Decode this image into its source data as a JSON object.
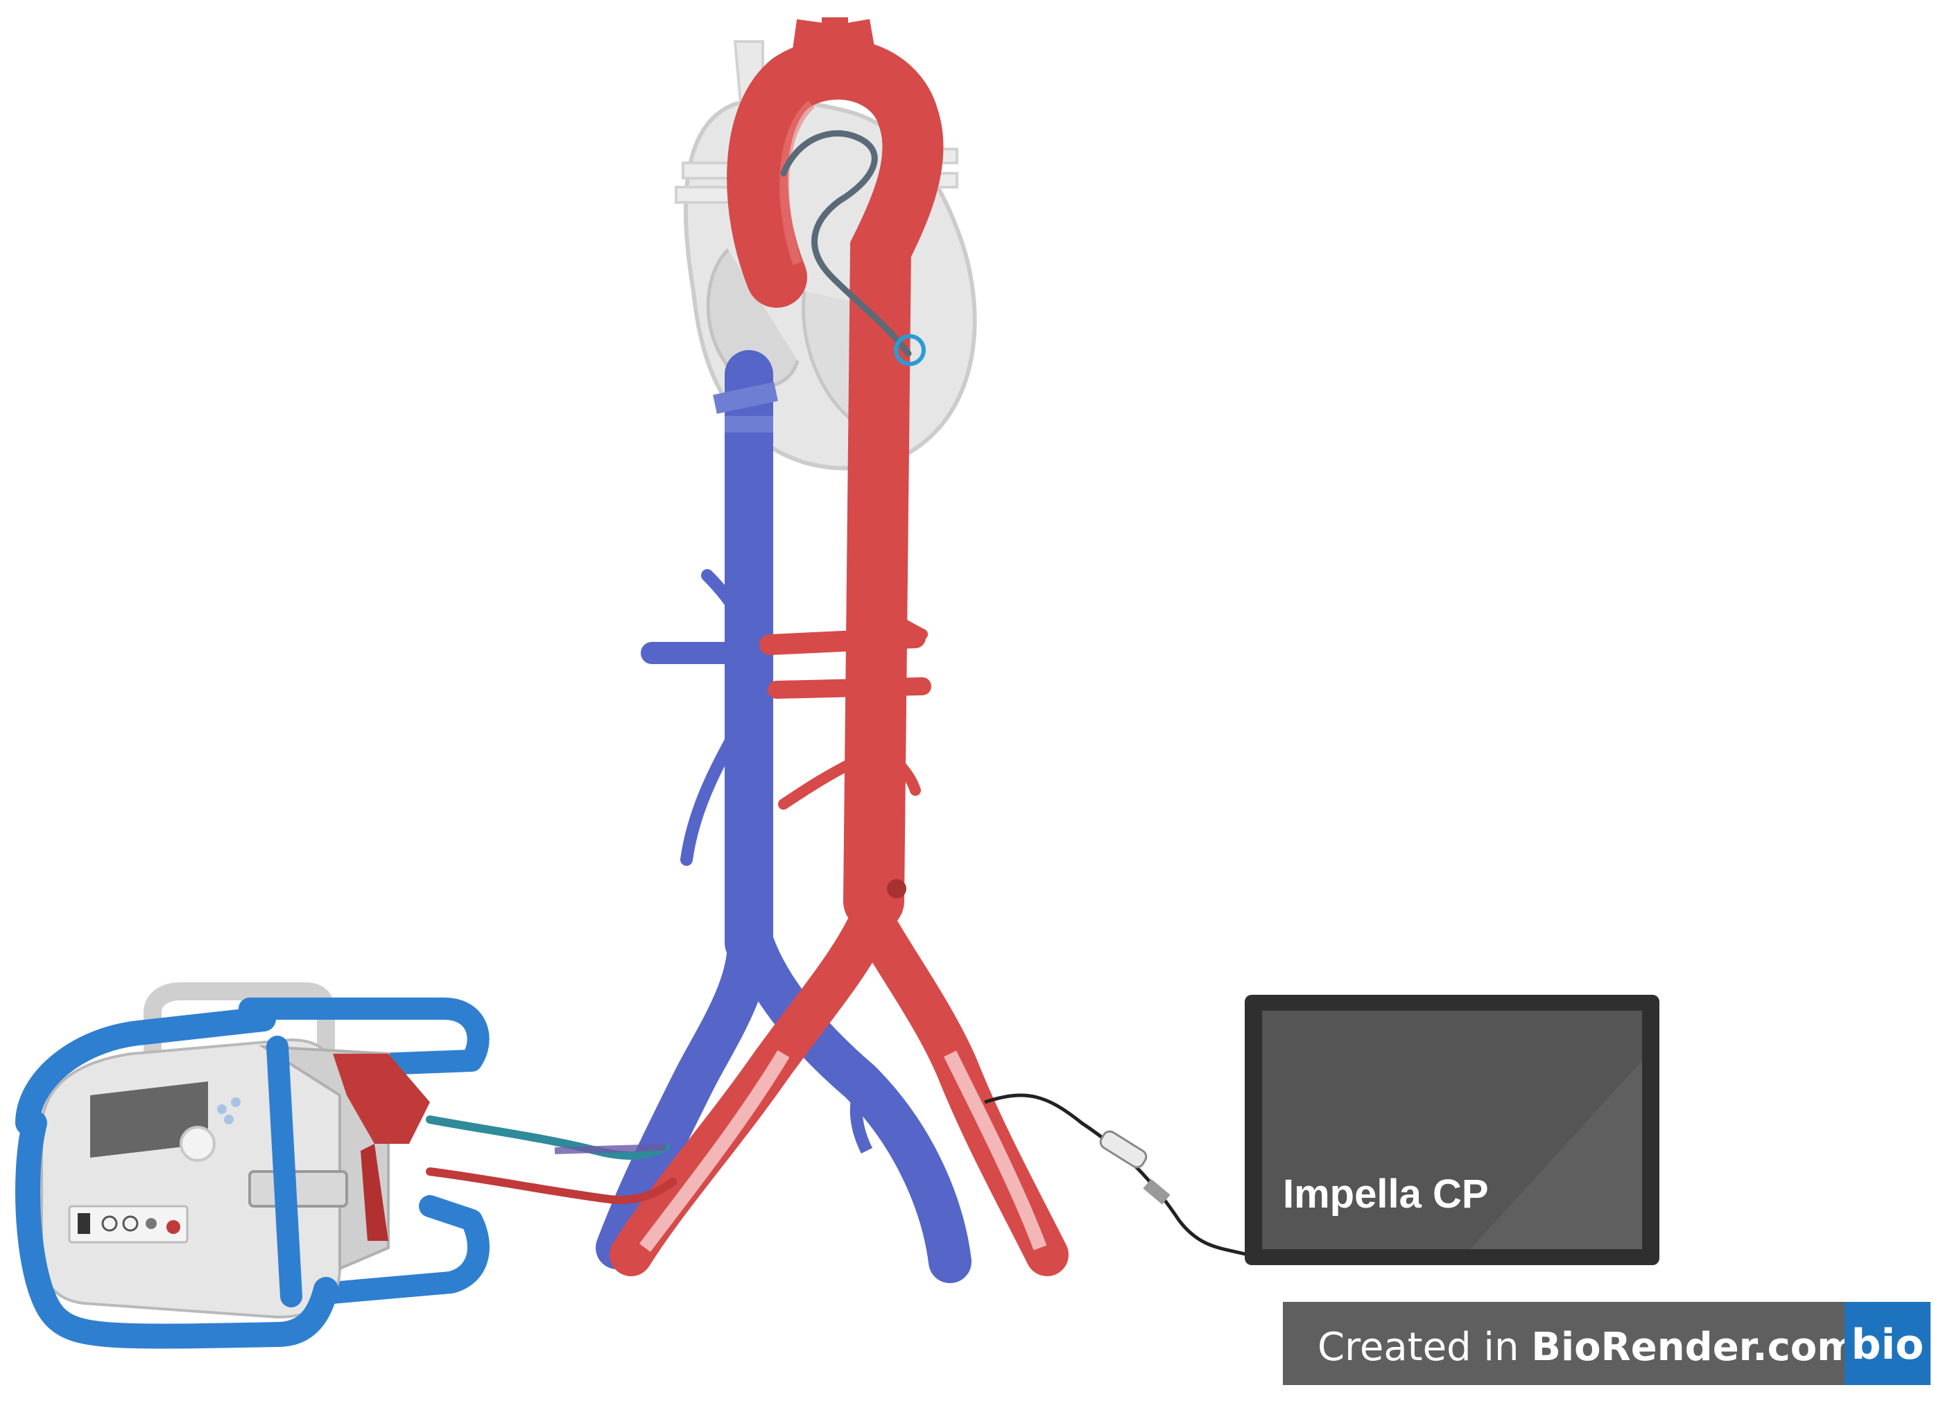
{
  "monitor": {
    "label": "Impella CP",
    "colors": {
      "bezel": "#2f2f2f",
      "screen": "#555555",
      "text": "#ffffff"
    }
  },
  "badge": {
    "prefix": "Created in ",
    "brand": "BioRender.com",
    "logo": "bio",
    "colors": {
      "bar": "#5f5f5f",
      "logo_bg": "#1e73be",
      "text": "#ffffff"
    }
  },
  "colors": {
    "artery": "#d64a4a",
    "artery_light": "#f3b7b7",
    "vein": "#5566c8",
    "vein_light": "#8e9ae0",
    "heart": "#d9d9d9",
    "ecmo_frame": "#2f7fd0",
    "ecmo_body": "#e6e6e6",
    "catheter": "#5a6a78"
  },
  "icons": [
    "heart-icon",
    "ecmo-machine-icon",
    "impella-catheter-icon",
    "monitor-icon",
    "biorender-logo-icon"
  ]
}
